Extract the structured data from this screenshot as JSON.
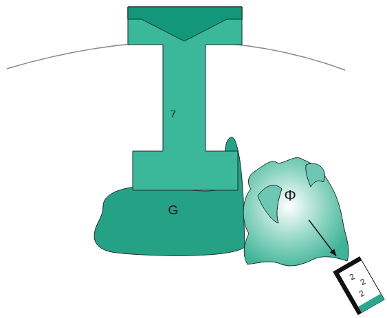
{
  "diagram": {
    "nodes": [
      {
        "text": [
          "7"
        ]
      },
      {
        "text": [
          "G"
        ]
      },
      {
        "text": [
          "Φ"
        ]
      },
      {
        "text": [
          "2",
          "2",
          "2"
        ]
      }
    ],
    "edges": [
      {
        "from": 2,
        "to": 3,
        "arrow": "to"
      }
    ]
  }
}
